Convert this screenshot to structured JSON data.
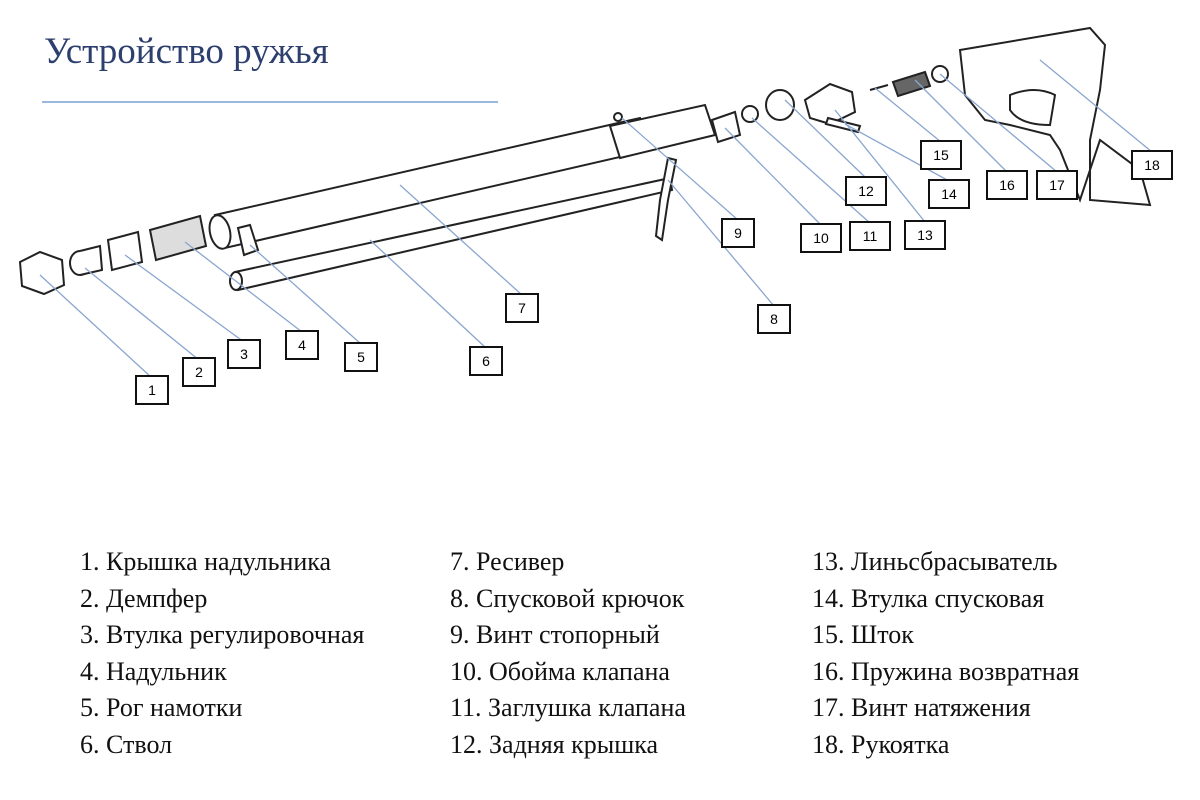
{
  "title": "Устройство ружья",
  "callouts": [
    "1",
    "2",
    "3",
    "4",
    "5",
    "6",
    "7",
    "8",
    "9",
    "10",
    "11",
    "12",
    "13",
    "14",
    "15",
    "16",
    "17",
    "18"
  ],
  "legend": {
    "col1": [
      "1. Крышка надульника",
      "2. Демпфер",
      "3. Втулка регулировочная",
      "4. Надульник",
      "5. Рог намотки",
      "6. Ствол"
    ],
    "col2": [
      "7. Ресивер",
      "8. Спусковой крючок",
      "9. Винт стопорный",
      "10. Обойма клапана",
      "11. Заглушка клапана",
      "12. Задняя крышка"
    ],
    "col3": [
      "13. Линьсбрасыватель",
      "14. Втулка спусковая",
      "15. Шток",
      "16. Пружина возвратная",
      "17. Винт натяжения",
      "18. Рукоятка"
    ]
  }
}
